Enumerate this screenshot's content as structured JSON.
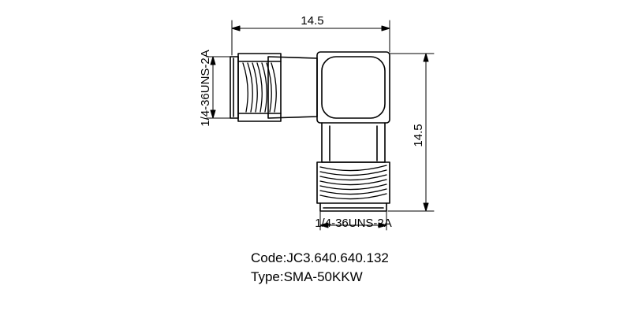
{
  "dimensions": {
    "top_width": "14.5",
    "right_height": "14.5",
    "left_thread": "1/4-36UNS-2A",
    "bottom_thread": "1/4-36UNS-2A"
  },
  "info": {
    "code": "Code:JC3.640.640.132",
    "type": "Type:SMA-50KKW"
  }
}
